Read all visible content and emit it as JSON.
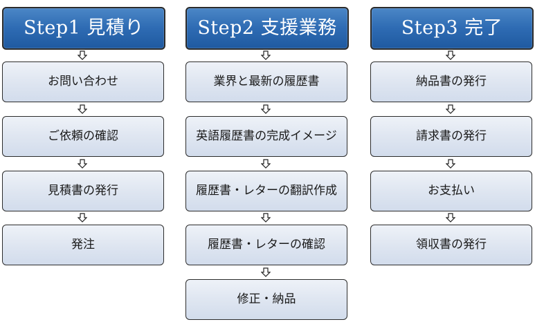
{
  "columns": [
    {
      "title": "Step1 見積り",
      "steps": [
        "お問い合わせ",
        "ご依頼の確認",
        "見積書の発行",
        "発注"
      ]
    },
    {
      "title": "Step2 支援業務",
      "steps": [
        "業界と最新の履歴書",
        "英語履歴書の完成イメージ",
        "履歴書・レターの翻訳作成",
        "履歴書・レターの確認",
        "修正・納品"
      ]
    },
    {
      "title": "Step3 完了",
      "steps": [
        "納品書の発行",
        "請求書の発行",
        "お支払い",
        "領収書の発行"
      ]
    }
  ],
  "colors": {
    "header_gradient": [
      "#4b86c6",
      "#1f5aa0"
    ],
    "step_gradient": [
      "#eef2f8",
      "#d2dcec"
    ],
    "border": "#2b2b2b"
  },
  "icons": {
    "connector": "down-arrow-icon"
  }
}
